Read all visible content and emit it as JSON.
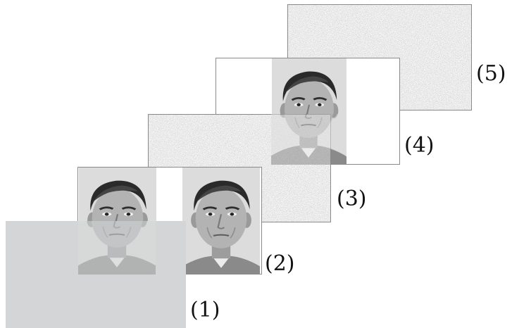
{
  "labels": {
    "l1": "(1)",
    "l2": "(2)",
    "l3": "(3)",
    "l4": "(4)",
    "l5": "(5)"
  },
  "frames": [
    {
      "id": 1,
      "content": "gray-mask"
    },
    {
      "id": 2,
      "content": "two-faces"
    },
    {
      "id": 3,
      "content": "noise"
    },
    {
      "id": 4,
      "content": "face-with-noise"
    },
    {
      "id": 5,
      "content": "noise"
    }
  ],
  "colors": {
    "mask_gray": "#d3d5d6",
    "frame_border": "#8a8a8a",
    "label_text": "#111111"
  }
}
